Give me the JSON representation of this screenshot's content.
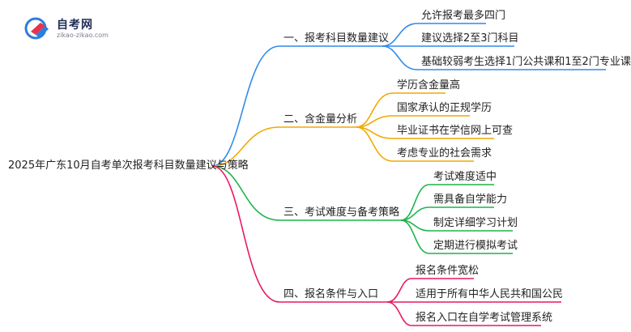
{
  "logo": {
    "name": "自考网",
    "url": "zikao-zikao.com"
  },
  "root": "2025年广东10月自考单次报考科目数量建议与策略",
  "branches": [
    {
      "label": "一、报考科目数量建议",
      "color": "#2f8ce8",
      "children": [
        "允许报考最多四门",
        "建议选择2至3门科目",
        "基础较弱考生选择1门公共课和1至2门专业课"
      ]
    },
    {
      "label": "二、含金量分析",
      "color": "#f2a900",
      "children": [
        "学历含金量高",
        "国家承认的正规学历",
        "毕业证书在学信网上可查",
        "考虑专业的社会需求"
      ]
    },
    {
      "label": "三、考试难度与备考策略",
      "color": "#1db34a",
      "children": [
        "考试难度适中",
        "需具备自学能力",
        "制定详细学习计划",
        "定期进行模拟考试"
      ]
    },
    {
      "label": "四、报名条件与入口",
      "color": "#e8195f",
      "children": [
        "报名条件宽松",
        "适用于所有中华人民共和国公民",
        "报名入口在自学考试管理系统"
      ]
    }
  ]
}
